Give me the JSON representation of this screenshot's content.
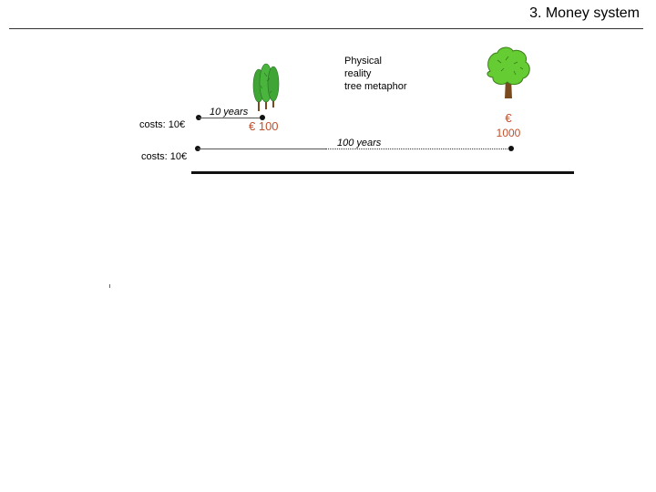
{
  "slide": {
    "title": "3. Money system",
    "caption_lines": [
      "Physical",
      "reality",
      "tree metaphor"
    ]
  },
  "short_path": {
    "cost": "costs: 10€",
    "duration": "10 years",
    "value": "€ 100"
  },
  "long_path": {
    "cost": "costs: 10€",
    "duration": "100 years",
    "value_symbol": "€",
    "value_amount": "1000"
  },
  "colors": {
    "value_text": "#c0502a",
    "young_tree": "#3fa535",
    "old_tree": "#66cc33",
    "trunk": "#7a4a1f"
  }
}
